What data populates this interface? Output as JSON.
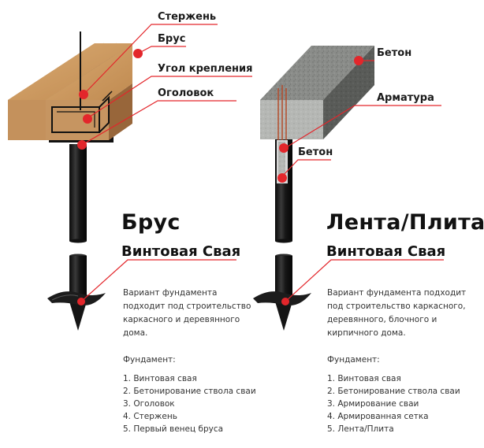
{
  "colors": {
    "accent_red": "#e3262b",
    "wood": "#c8955a",
    "concrete": "#7d7f7c",
    "pile": "#1b1b1b"
  },
  "left": {
    "callouts": [
      "Стержень",
      "Брус",
      "Угол крепления",
      "Оголовок"
    ],
    "title": "Брус",
    "subtitle": "Винтовая Свая",
    "description": "Вариант фундамента подходит под строительство каркасного и деревянного дома.",
    "fundament_label": "Фундамент:",
    "items": [
      "1. Винтовая свая",
      "2. Бетонирование ствола сваи",
      "3. Оголовок",
      "4. Стержень",
      "5. Первый венец бруса"
    ]
  },
  "right": {
    "callouts": [
      "Бетон",
      "Арматура",
      "Бетон"
    ],
    "title": "Лента/Плита",
    "subtitle": "Винтовая Свая",
    "description": "Вариант фундамента подходит под строительство каркасного, деревянного, блочного и кирпичного дома.",
    "fundament_label": "Фундамент:",
    "items": [
      "1. Винтовая свая",
      "2. Бетонирование ствола сваи",
      "3. Армирование сваи",
      "4. Армированная сетка",
      "5. Лента/Плита"
    ]
  }
}
